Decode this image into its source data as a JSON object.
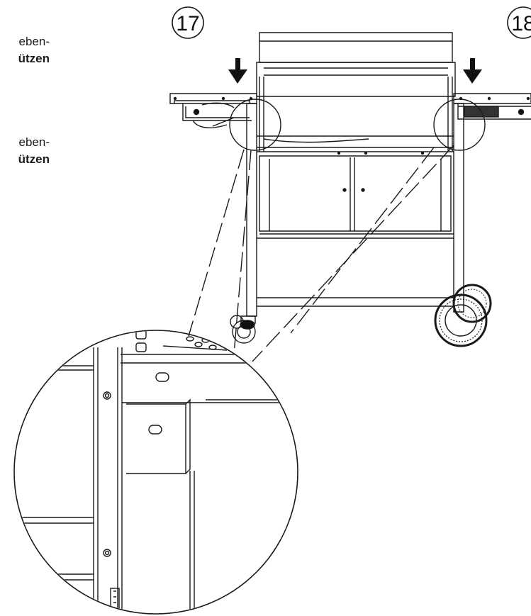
{
  "instructions": [
    {
      "line1": "eben-",
      "line2": "ützen"
    },
    {
      "line1": "eben-",
      "line2": "ützen"
    }
  ],
  "callouts": [
    {
      "number": "17",
      "target": "left side table"
    },
    {
      "number": "18",
      "target": "right side table"
    }
  ],
  "colors": {
    "line": "#1a1a1a",
    "background": "#ffffff"
  }
}
